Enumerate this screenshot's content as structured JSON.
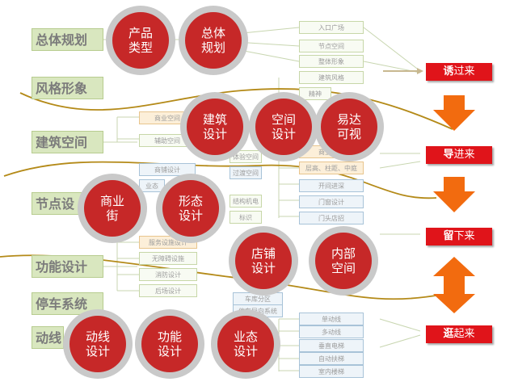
{
  "categories": [
    {
      "id": "overall",
      "label": "总体规划"
    },
    {
      "id": "style",
      "label": "风格形象"
    },
    {
      "id": "architecture",
      "label": "建筑空间"
    },
    {
      "id": "node",
      "label": "节点设"
    },
    {
      "id": "function",
      "label": "功能设计"
    },
    {
      "id": "parking",
      "label": "停车系统"
    },
    {
      "id": "circulation",
      "label": "动线"
    }
  ],
  "boxes": {
    "col2": [
      "商业空间",
      "辅助空间",
      "商铺设计",
      "业态",
      "服务设施设计",
      "无障碍设施",
      "消防设计",
      "后场设计"
    ],
    "col3": [
      "体验空间",
      "过渡空间",
      "结构机电",
      "标识"
    ],
    "col4": [
      "入口广场",
      "节点空间",
      "整体形象",
      "建筑风格",
      "精神",
      "商业业态",
      "层高、柱距、中庭",
      "开间进深",
      "门窗设计",
      "门头店招",
      "单动线",
      "多动线",
      "垂直电梯",
      "自动扶梯",
      "室内楼梯"
    ],
    "misc": [
      "车库分区",
      "停车导向系统"
    ]
  },
  "circles": [
    {
      "id": "product-type",
      "label": "产品\n类型"
    },
    {
      "id": "overall-plan",
      "label": "总体\n规划"
    },
    {
      "id": "arch-design",
      "label": "建筑\n设计"
    },
    {
      "id": "space-design",
      "label": "空间\n设计"
    },
    {
      "id": "accessibility",
      "label": "易达\n可视"
    },
    {
      "id": "commercial-street",
      "label": "商业\n街"
    },
    {
      "id": "form-design",
      "label": "形态\n设计"
    },
    {
      "id": "shop-design",
      "label": "店铺\n设计"
    },
    {
      "id": "inner-space",
      "label": "内部\n空间"
    },
    {
      "id": "circulation-design",
      "label": "动线\n设计"
    },
    {
      "id": "function-design",
      "label": "功能\n设计"
    },
    {
      "id": "format-design",
      "label": "业态\n设计"
    }
  ],
  "stages": [
    {
      "id": "attract",
      "bold": "诱",
      "rest": "过来"
    },
    {
      "id": "guide",
      "bold": "导",
      "rest": "进来"
    },
    {
      "id": "stay",
      "bold": "留",
      "rest": "下来"
    },
    {
      "id": "stroll",
      "bold": "逛",
      "rest": "起来"
    }
  ],
  "colors": {
    "circle_fill": "#c62828",
    "circle_ring": "#c9c9c9",
    "stage_fill": "#e0141a",
    "arrow": "#f26b0f",
    "curve": "#a07810",
    "category_fill": "#d9e7bf"
  }
}
